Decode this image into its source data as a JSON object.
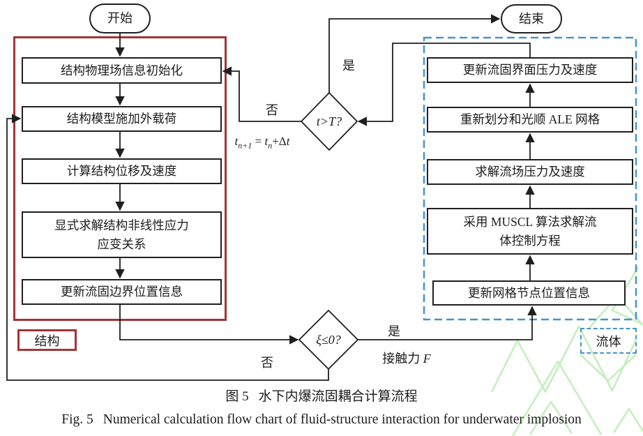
{
  "colors": {
    "line": "#1f1f1f",
    "structure_frame_red": "#A23338",
    "fluid_frame_blue": "#4493CE",
    "watermark_green": "#A0E896",
    "background": "#ffffff"
  },
  "nodes": {
    "start": {
      "label": "开始"
    },
    "end": {
      "label": "结束"
    },
    "left_boxes": [
      {
        "lines": [
          "结构物理场信息初始化"
        ]
      },
      {
        "lines": [
          "结构模型施加外载荷"
        ]
      },
      {
        "lines": [
          "计算结构位移及速度"
        ]
      },
      {
        "lines": [
          "显式求解结构非线性应力",
          "应变关系"
        ]
      },
      {
        "lines": [
          "更新流固边界位置信息"
        ]
      }
    ],
    "right_boxes": [
      {
        "lines": [
          "更新流固界面压力及速度"
        ]
      },
      {
        "lines": [
          "重新划分和光顺 ALE 网格"
        ]
      },
      {
        "lines": [
          "求解流场压力及速度"
        ]
      },
      {
        "lines": [
          "采用 MUSCL 算法求解流",
          "体控制方程"
        ]
      },
      {
        "lines": [
          "更新网格节点位置信息"
        ]
      }
    ],
    "decision_time": {
      "label": "t>T?"
    },
    "decision_xi": {
      "label": "ξ≤0?"
    },
    "group_structure": {
      "label": "结构"
    },
    "group_fluid": {
      "label": "流体"
    }
  },
  "edge_labels": {
    "time_yes": "是",
    "time_no": "否",
    "time_update": {
      "t1": "t",
      "sub1": "n+1",
      "eq": " = ",
      "t2": "t",
      "sub2": "n",
      "plus": "+Δ",
      "t3": "t"
    },
    "xi_yes": "是",
    "xi_no": "否",
    "contact_force": {
      "text": "接触力 ",
      "symbol": "F"
    }
  },
  "caption": {
    "zh_label": "图 5",
    "zh_text": "水下内爆流固耦合计算流程",
    "en_label": "Fig. 5",
    "en_text": "Numerical calculation flow chart of fluid-structure interaction for underwater implosion"
  }
}
